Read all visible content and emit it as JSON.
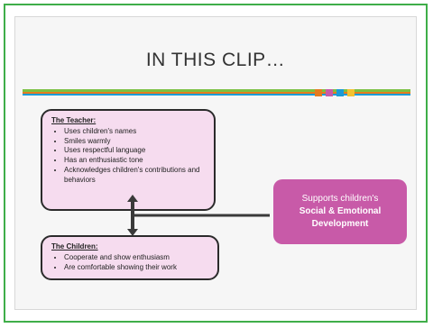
{
  "slide": {
    "title": "IN THIS CLIP…",
    "teacher": {
      "heading": "The Teacher:",
      "items": [
        "Uses children's names",
        "Smiles warmly",
        "Uses respectful language",
        "Has an enthusiastic tone",
        "Acknowledges children's contributions and behaviors"
      ]
    },
    "children": {
      "heading": "The Children:",
      "items": [
        "Cooperate and show enthusiasm",
        "Are comfortable showing their work"
      ]
    },
    "support": {
      "line1": "Supports children's",
      "line2": "Social & Emotional",
      "line3": "Development"
    }
  },
  "colors": {
    "frame": "#3fae49",
    "box_fill": "#f6dcef",
    "support_fill": "#c85aa8",
    "stripe_green": "#7bc142",
    "stripe_orange": "#e47b1f",
    "stripe_blue": "#1a9bd7"
  }
}
